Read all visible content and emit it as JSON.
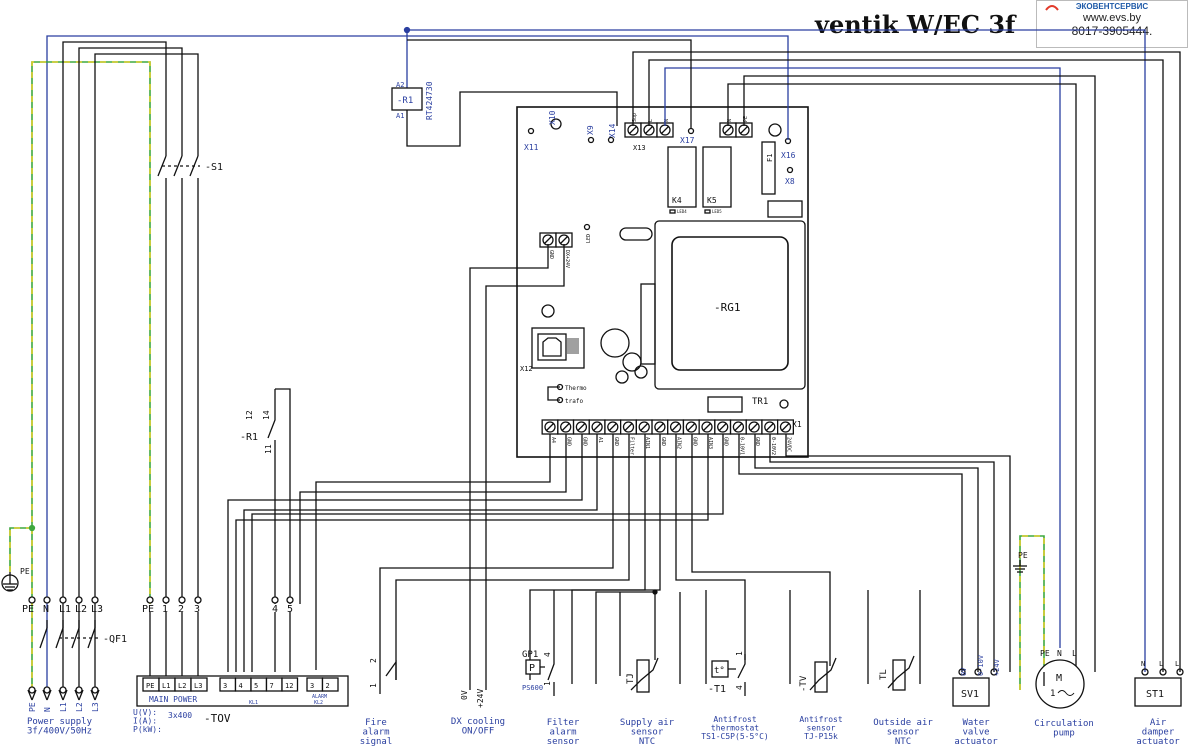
{
  "header": {
    "title": "ventik W/EC 3f",
    "logo": {
      "name": "ЭКОВЕНТСЕРВИС",
      "url": "www.evs.by",
      "phone": "8017-3905444."
    }
  },
  "colors": {
    "wire": "#111111",
    "blue": "#2a3fa0",
    "pe_green": "#3ea83e",
    "pe_yellow": "#d8cc2a"
  },
  "board": {
    "regulator": "-RG1",
    "transformer": "TR1",
    "relays": [
      "K4",
      "K5"
    ],
    "fuse": "F1",
    "connectors": [
      "X10",
      "X11",
      "X9",
      "X14",
      "X13",
      "X17",
      "X16",
      "X8",
      "X12",
      "X1"
    ],
    "thermo_labels": [
      "Thermo",
      "trafo"
    ],
    "x13_pins": [
      "Sup",
      "L",
      "N"
    ],
    "x16_pins": [
      "N",
      "PE"
    ],
    "small_pins": [
      "GND",
      "DX+24V"
    ],
    "x1_pins": [
      "A4",
      "GND",
      "GND",
      "A1",
      "GND",
      "Filter",
      "AIN1",
      "GND",
      "AIN2",
      "GND",
      "AIN3",
      "GND",
      "0-10V1",
      "GND",
      "0-10V2",
      "24VDC"
    ],
    "relay_marks": [
      "LED4",
      "LED5"
    ],
    "led_label": "LED"
  },
  "relay_r1": {
    "label": "-R1",
    "coil_pins": [
      "A2",
      "A1"
    ],
    "part": "RT424730",
    "contacts": [
      "12",
      "14",
      "11"
    ]
  },
  "switch_s1": "-S1",
  "breaker_qf1": "-QF1",
  "pe_label": "PE",
  "power": {
    "terminals": [
      "PE",
      "N",
      "L1",
      "L2",
      "L3"
    ],
    "label": "Power supply\n3f/400V/50Hz"
  },
  "main_terms": [
    "PE",
    "1",
    "2",
    "3"
  ],
  "rk_terms": [
    "4",
    "5"
  ],
  "tov": {
    "label": "-TOV",
    "main_power": [
      "PE",
      "L1",
      "L2",
      "L3"
    ],
    "main_power_label": "MAIN POWER",
    "kl1": [
      "3",
      "4",
      "5",
      "7",
      "12"
    ],
    "kl1_label": "KL1",
    "kl2": [
      "3",
      "2"
    ],
    "kl2_label": "KL2",
    "alarm_label": "ALARM",
    "ratings": "U(V):\nI(A):\nP(kW):",
    "rating_value": "3x400"
  },
  "devices": {
    "fire": {
      "label": "Fire\nalarm\nsignal",
      "pins": [
        "2",
        "1"
      ]
    },
    "dx": {
      "label": "DX cooling\nON/OFF",
      "pins": [
        "0V",
        "+24V"
      ]
    },
    "filter": {
      "label": "Filter\nalarm\nsensor",
      "tag": "GP1",
      "part": "PS600",
      "pins": [
        "4",
        "1"
      ]
    },
    "supply": {
      "label": "Supply air\nsensor\nNTC",
      "tag": "TJ"
    },
    "antifrost_t": {
      "label": "Antifrost\nthermostat\nTS1-C5P(5-5°C)",
      "tag": "-T1",
      "pins": [
        "1",
        "4"
      ]
    },
    "antifrost_s": {
      "label": "Antifrost\nsensor\nTJ-P15k",
      "tag": "-TV"
    },
    "outside": {
      "label": "Outside air\nsensor\nNTC",
      "tag": "TL"
    },
    "water": {
      "label": "Water\nvalve\nactuator",
      "tag": "SV1",
      "pins": [
        "0V",
        "0-10V",
        "+24V"
      ]
    },
    "pump": {
      "label": "Circulation\npump",
      "pins": [
        "PE",
        "N",
        "L"
      ],
      "symbol": "M",
      "sub": "1"
    },
    "damper": {
      "label": "Air\ndamper\nactuator",
      "tag": "ST1",
      "pins": [
        "N",
        "L",
        "L"
      ]
    }
  },
  "sensor_icons": {
    "pressure": "P",
    "thermostat": "t°"
  }
}
